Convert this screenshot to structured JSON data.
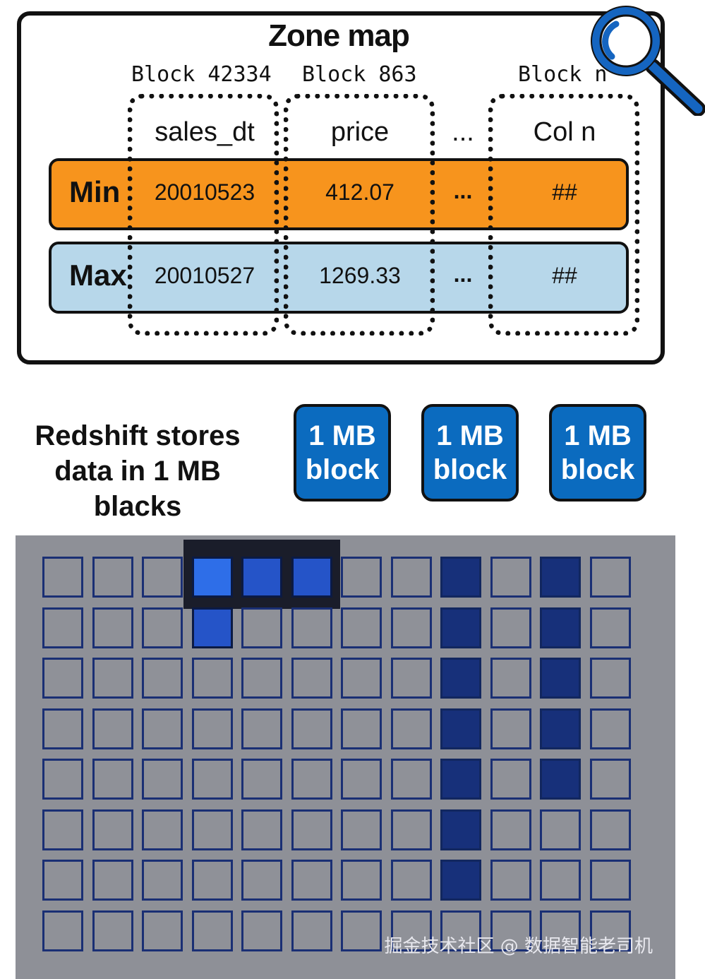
{
  "zone_map": {
    "title": "Zone map",
    "blocks": [
      {
        "label": "Block 42334",
        "column": "sales_dt",
        "min": "20010523",
        "max": "20010527"
      },
      {
        "label": "Block 863",
        "column": "price",
        "min": "412.07",
        "max": "1269.33"
      },
      {
        "label": "Block n",
        "column": "Col n",
        "min": "##",
        "max": "##"
      }
    ],
    "ellipsis": "...",
    "row_labels": {
      "min": "Min",
      "max": "Max"
    },
    "colors": {
      "min_row": "#f7941d",
      "max_row": "#b7d7ea"
    }
  },
  "storage": {
    "caption_line1": "Redshift stores",
    "caption_line2": "data in 1 MB blacks",
    "blocks": [
      {
        "line1": "1 MB",
        "line2": "block"
      },
      {
        "line1": "1 MB",
        "line2": "block"
      },
      {
        "line1": "1 MB",
        "line2": "block"
      }
    ],
    "block_color": "#0b6bbf"
  },
  "grid": {
    "columns": 12,
    "rows": 8,
    "bright_cells": [
      [
        0,
        3
      ]
    ],
    "mid_cells": [
      [
        0,
        4
      ],
      [
        0,
        5
      ],
      [
        1,
        3
      ]
    ],
    "dark_cells": [
      [
        0,
        8
      ],
      [
        1,
        8
      ],
      [
        2,
        8
      ],
      [
        3,
        8
      ],
      [
        4,
        8
      ],
      [
        5,
        8
      ],
      [
        6,
        8
      ],
      [
        0,
        10
      ],
      [
        1,
        10
      ],
      [
        2,
        10
      ],
      [
        3,
        10
      ],
      [
        4,
        10
      ]
    ]
  },
  "watermark": "掘金技术社区 @ 数据智能老司机",
  "icons": {
    "magnifier": "magnifier-icon"
  }
}
